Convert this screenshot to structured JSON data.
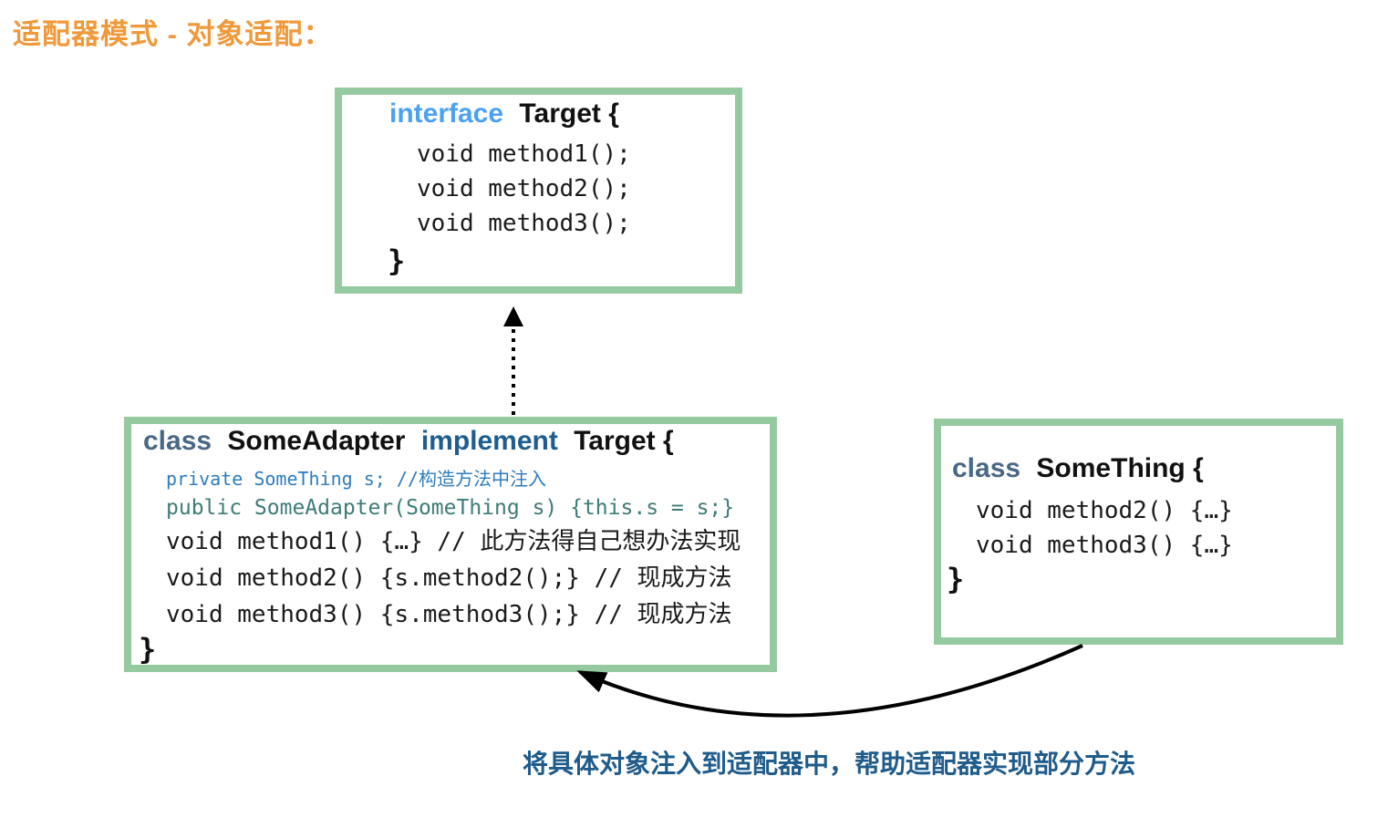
{
  "title": "适配器模式 - 对象适配：",
  "caption": "将具体对象注入到适配器中，帮助适配器实现部分方法",
  "colors": {
    "box_border_green": "#95C9A0",
    "title_orange": "#F0993B",
    "interface_keyword_blue": "#4BA1F2",
    "class_keyword_slate": "#4A6785",
    "implement_keyword_blue": "#1E5E8F",
    "private_line_blue": "#2E7CC0",
    "public_line_teal": "#3E7C78",
    "caption_blue": "#1F5C8B",
    "arrow_black": "#000000"
  },
  "target_box": {
    "keyword": "interface",
    "name": "Target {",
    "lines": [
      "void method1();",
      "void method2();",
      "void method3();"
    ],
    "closing_brace": "}"
  },
  "adapter_box": {
    "keyword_class": "class",
    "class_name": "SomeAdapter",
    "keyword_implement": "implement",
    "interface_name": "Target {",
    "lines": [
      "private SomeThing s; //构造方法中注入",
      "public SomeAdapter(SomeThing s) {this.s = s;}",
      "void method1() {…} // 此方法得自己想办法实现",
      "void method2() {s.method2();} // 现成方法",
      "void method3() {s.method3();} // 现成方法"
    ],
    "closing_brace": "}"
  },
  "something_box": {
    "keyword_class": "class",
    "class_name": "SomeThing {",
    "lines": [
      "void method2() {…}",
      "void method3() {…}"
    ],
    "closing_brace": "}"
  }
}
